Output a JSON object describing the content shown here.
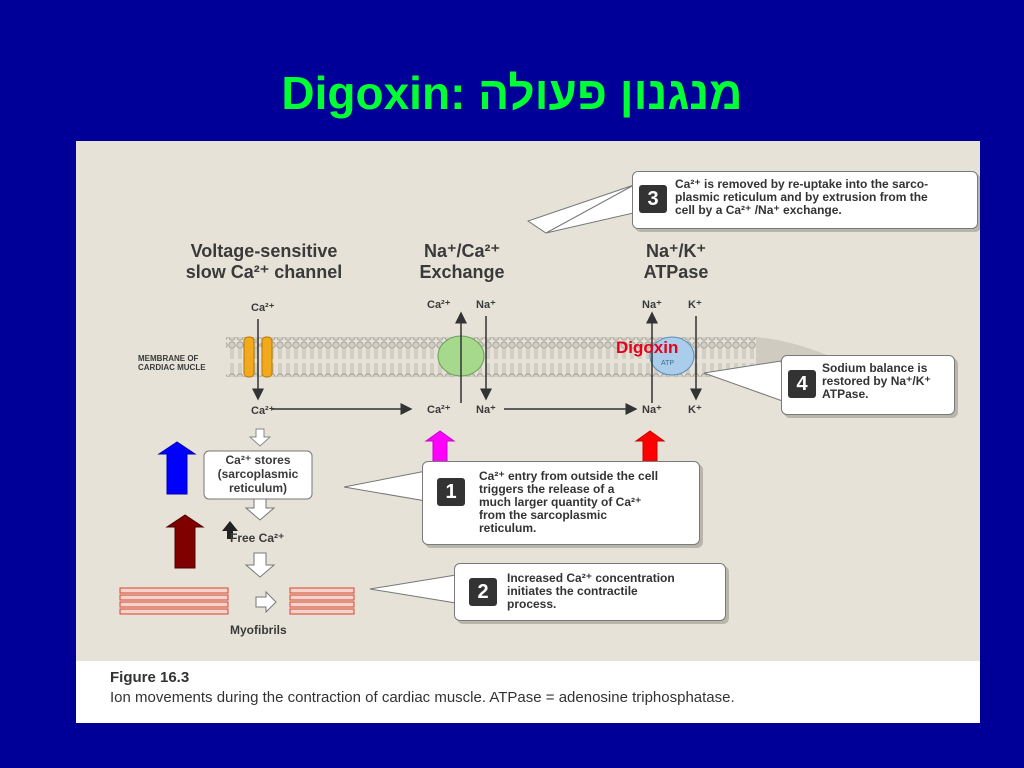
{
  "title": "Digoxin: מנגנון פעולה",
  "figure": {
    "channel_header": [
      "Voltage-sensitive",
      "slow Ca²⁺ channel"
    ],
    "exchange_header": [
      "Na⁺/Ca²⁺",
      "Exchange"
    ],
    "atpase_header": [
      "Na⁺/K⁺",
      "ATPase"
    ],
    "membrane_label": [
      "MEMBRANE OF",
      "CARDIAC MUCLE"
    ],
    "ions": {
      "ca_out_channel": "Ca²⁺",
      "ca_in_channel": "Ca²⁺",
      "ca_out_exchange": "Ca²⁺",
      "na_out_exchange": "Na⁺",
      "ca_in_exchange": "Ca²⁺",
      "na_in_exchange": "Na⁺",
      "na_out_atpase": "Na⁺",
      "k_out_atpase": "K⁺",
      "na_in_atpase": "Na⁺",
      "k_in_atpase": "K⁺"
    },
    "atp_label": "ATP",
    "ca_stores": [
      "Ca²⁺ stores",
      "(sarcoplasmic",
      "reticulum)"
    ],
    "free_ca": "Free Ca²⁺",
    "myofibrils": "Myofibrils",
    "digoxin_label": "Digoxin",
    "callouts": [
      {
        "number": "1",
        "lines": [
          "Ca²⁺ entry from outside the cell",
          "triggers the release of a",
          "much larger quantity of Ca²⁺",
          "from the sarcoplasmic",
          "reticulum."
        ]
      },
      {
        "number": "2",
        "lines": [
          "Increased Ca²⁺ concentration",
          "initiates the contractile",
          "process."
        ]
      },
      {
        "number": "3",
        "lines": [
          "Ca²⁺ is removed by re-uptake into the sarco-",
          "plasmic reticulum and by extrusion from the",
          "cell by a Ca²⁺ /Na⁺ exchange."
        ]
      },
      {
        "number": "4",
        "lines": [
          "Sodium balance is",
          "restored by Na⁺/K⁺",
          "ATPase."
        ]
      }
    ],
    "caption_title": "Figure 16.3",
    "caption_text": "Ion movements during the contraction of cardiac muscle. ATPase = adenosine triphosphatase."
  },
  "colors": {
    "background": "#000099",
    "title": "#00ff33",
    "digoxin": "#e8001a",
    "arrow_magenta": "#ff00ff",
    "arrow_red": "#ff0000",
    "arrow_blue": "#0000ff",
    "arrow_darkred": "#800000"
  }
}
